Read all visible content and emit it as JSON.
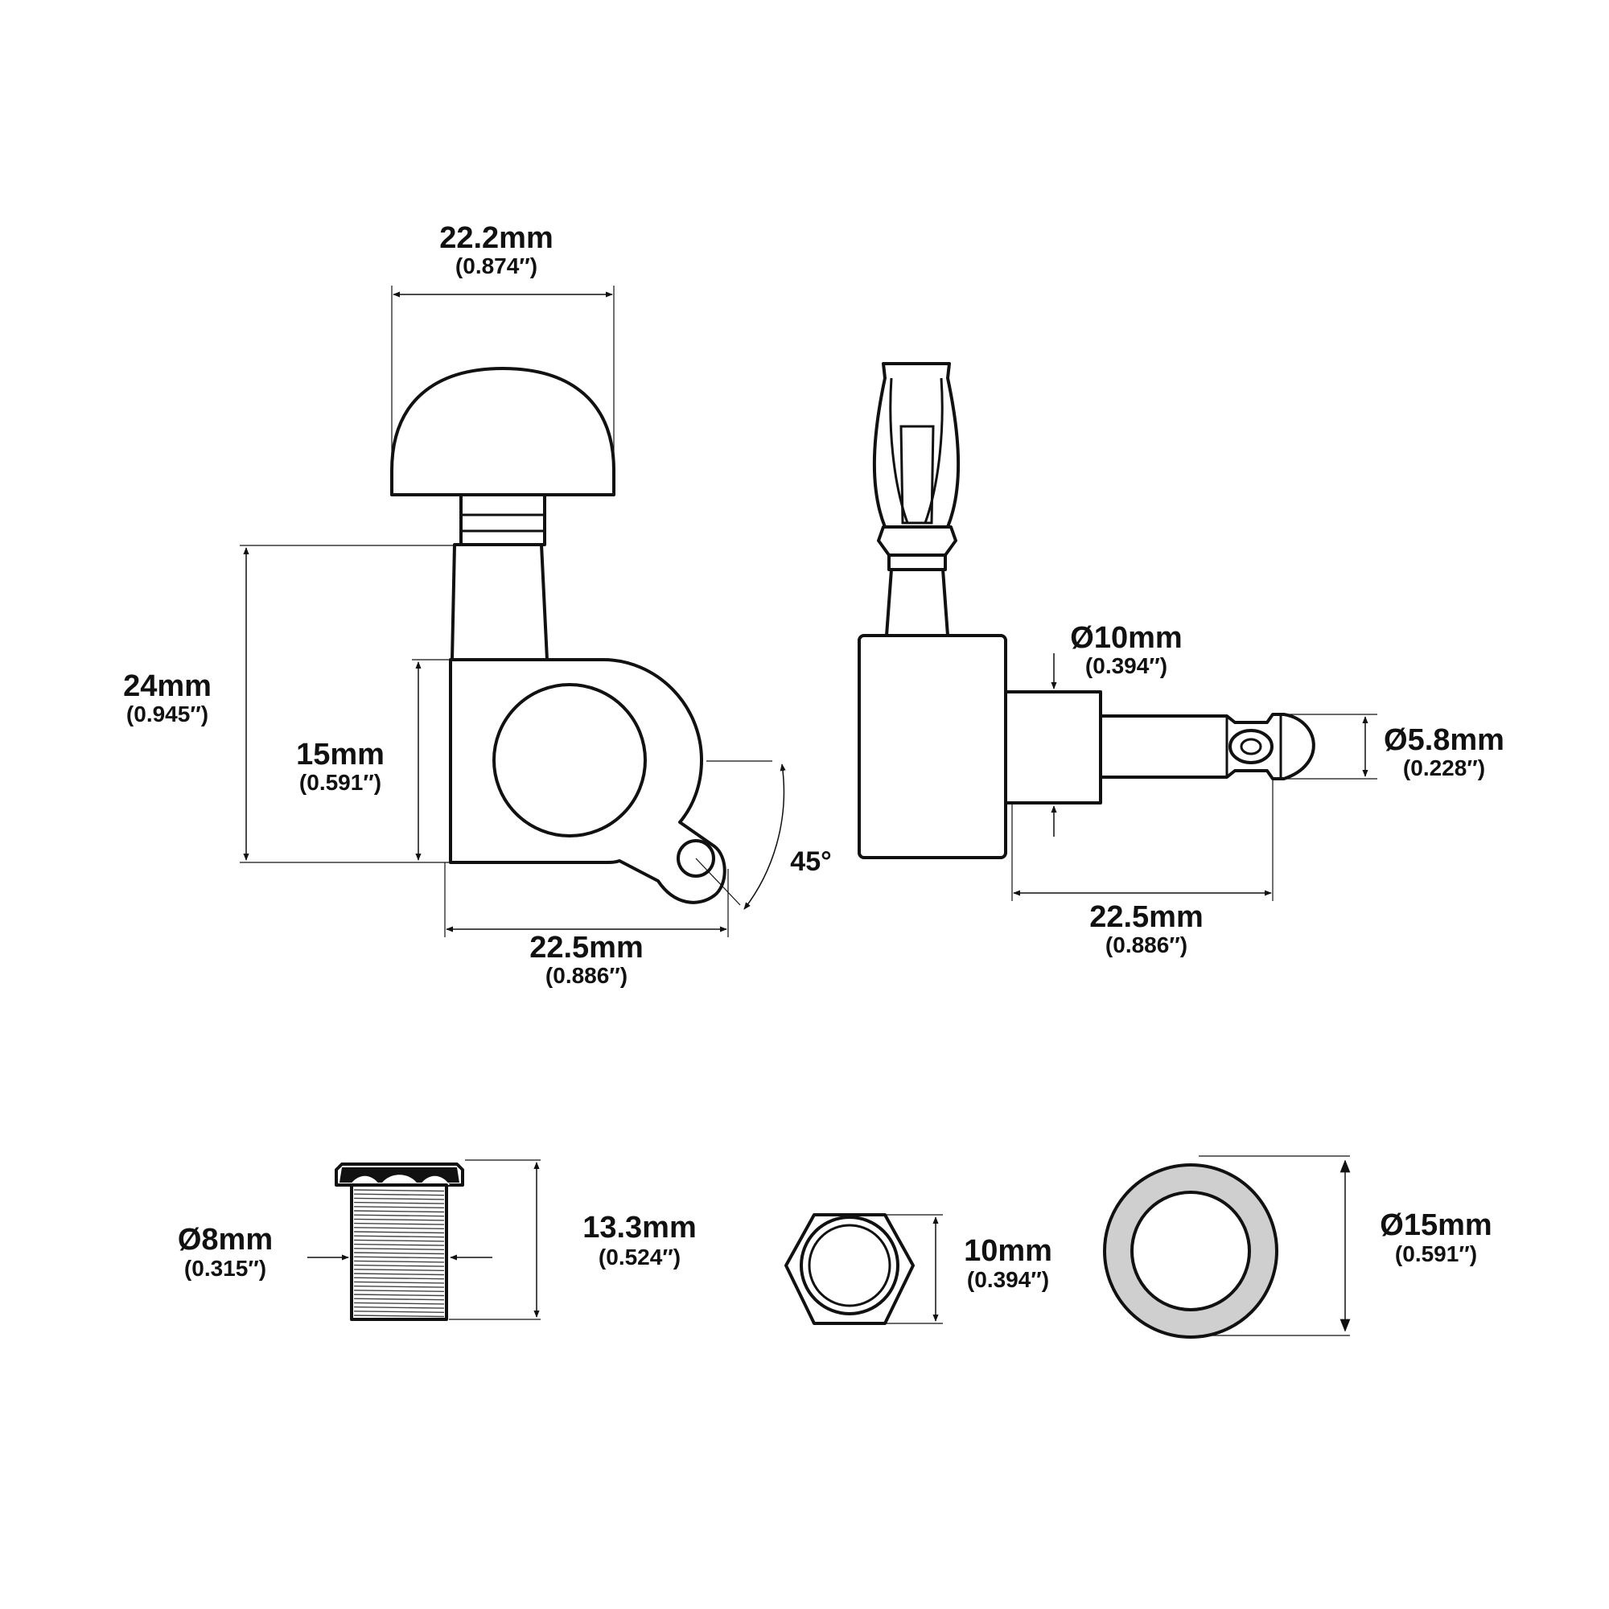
{
  "dimensions": {
    "button_width": {
      "main": "22.2mm",
      "sub": "(0.874″)"
    },
    "total_height": {
      "main": "24mm",
      "sub": "(0.945″)"
    },
    "housing_height": {
      "main": "15mm",
      "sub": "(0.591″)"
    },
    "housing_width": {
      "main": "22.5mm",
      "sub": "(0.886″)"
    },
    "angle": {
      "main": "45°"
    },
    "bushing_dia": {
      "main": "Ø10mm",
      "sub": "(0.394″)"
    },
    "post_dia": {
      "main": "Ø5.8mm",
      "sub": "(0.228″)"
    },
    "post_length": {
      "main": "22.5mm",
      "sub": "(0.886″)"
    },
    "thread_dia": {
      "main": "Ø8mm",
      "sub": "(0.315″)"
    },
    "thread_length": {
      "main": "13.3mm",
      "sub": "(0.524″)"
    },
    "nut_size": {
      "main": "10mm",
      "sub": "(0.394″)"
    },
    "washer_dia": {
      "main": "Ø15mm",
      "sub": "(0.591″)"
    }
  },
  "colors": {
    "line": "#111111",
    "washer_fill": "#cfcfcf"
  }
}
